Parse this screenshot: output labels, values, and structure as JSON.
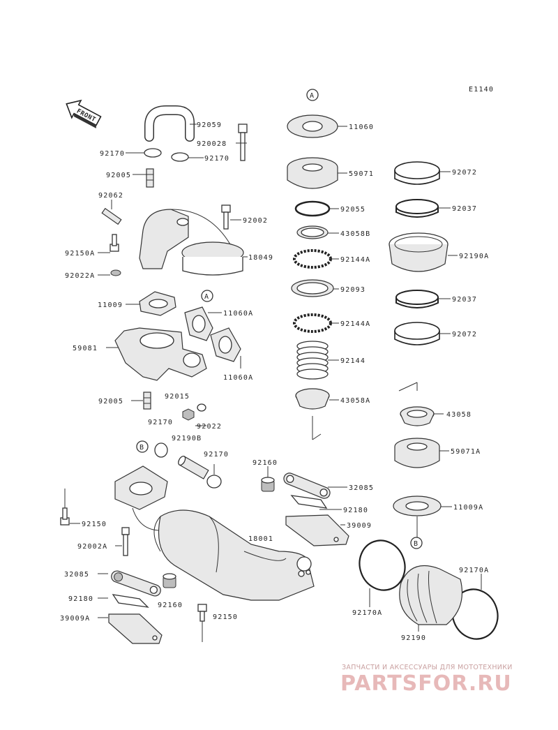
{
  "diagram_code": "E1140",
  "front_label": "FRONT",
  "callouts": {
    "a": "A",
    "b": "B"
  },
  "parts": [
    {
      "id": "92059"
    },
    {
      "id": "920028"
    },
    {
      "id": "92170"
    },
    {
      "id": "92170"
    },
    {
      "id": "92005"
    },
    {
      "id": "92062"
    },
    {
      "id": "92002"
    },
    {
      "id": "18049"
    },
    {
      "id": "92150A"
    },
    {
      "id": "92022A"
    },
    {
      "id": "11009"
    },
    {
      "id": "11060A"
    },
    {
      "id": "11060A"
    },
    {
      "id": "59081"
    },
    {
      "id": "92005"
    },
    {
      "id": "92015"
    },
    {
      "id": "92022"
    },
    {
      "id": "92170"
    },
    {
      "id": "92190B"
    },
    {
      "id": "92170"
    },
    {
      "id": "92160"
    },
    {
      "id": "32085"
    },
    {
      "id": "92180"
    },
    {
      "id": "39009"
    },
    {
      "id": "18001"
    },
    {
      "id": "92150"
    },
    {
      "id": "92002A"
    },
    {
      "id": "32085"
    },
    {
      "id": "92180"
    },
    {
      "id": "92160"
    },
    {
      "id": "92150"
    },
    {
      "id": "39009A"
    },
    {
      "id": "11060"
    },
    {
      "id": "59071"
    },
    {
      "id": "92055"
    },
    {
      "id": "43058B"
    },
    {
      "id": "92144A"
    },
    {
      "id": "92093"
    },
    {
      "id": "92144A"
    },
    {
      "id": "92144"
    },
    {
      "id": "43058A"
    },
    {
      "id": "92072"
    },
    {
      "id": "92037"
    },
    {
      "id": "92190A"
    },
    {
      "id": "92037"
    },
    {
      "id": "92072"
    },
    {
      "id": "43058"
    },
    {
      "id": "59071A"
    },
    {
      "id": "11009A"
    },
    {
      "id": "92170A"
    },
    {
      "id": "92170A"
    },
    {
      "id": "92190"
    }
  ],
  "watermark": {
    "subtitle": "ЗАПЧАСТИ И АКСЕССУАРЫ ДЛЯ МОТОТЕХНИКИ",
    "logo": "PARTSFOR.RU"
  }
}
